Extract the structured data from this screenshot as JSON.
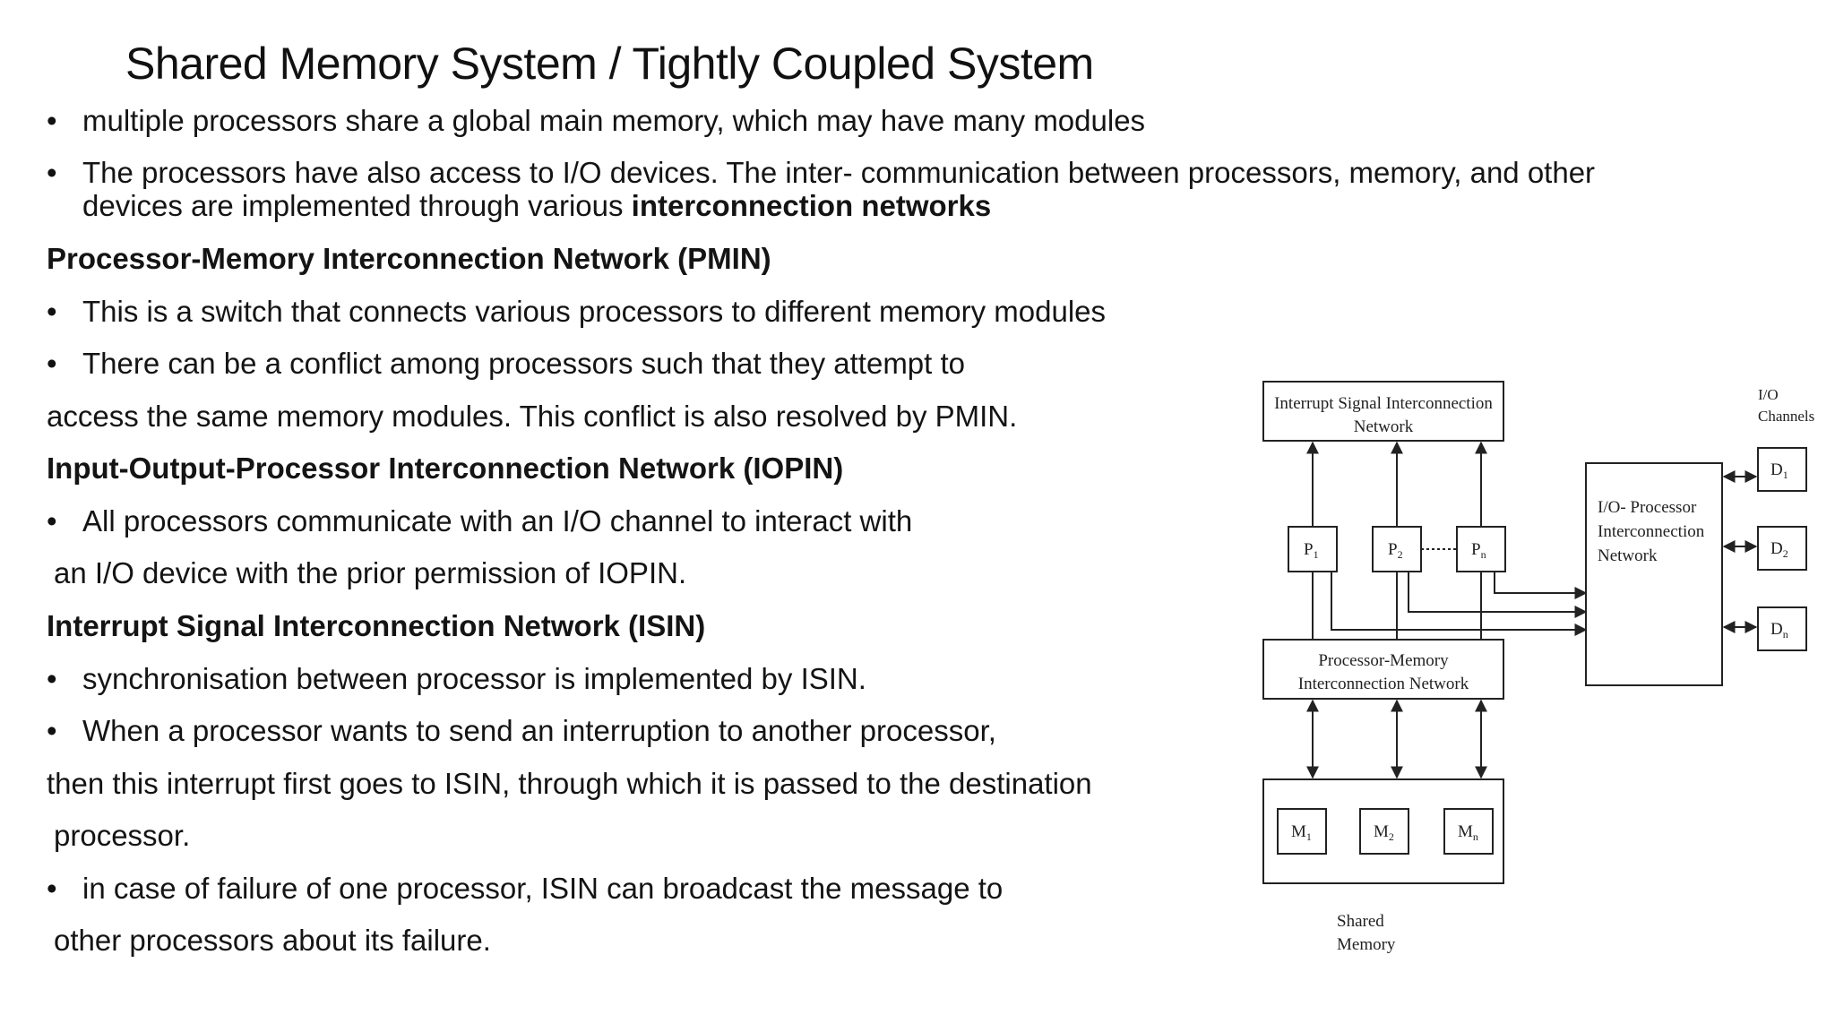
{
  "slide": {
    "title": "Shared Memory System / Tightly Coupled System",
    "bullet_glyph": "•",
    "lines": {
      "l1": "multiple processors share a global main memory, which may have many modules",
      "l2": "The processors have also access to I/O devices. The inter- communication between processors, memory, and other",
      "l3a": "devices are implemented through various",
      "l3b": "interconnection networks",
      "h1": "Processor-Memory Interconnection Network (PMIN)",
      "l4": "This is a switch that connects various processors to different memory modules",
      "l5": "There can be a conflict among processors such that they attempt to",
      "l6": "access the same memory modules. This conflict is also resolved by PMIN.",
      "h2": "Input-Output-Processor Interconnection Network (IOPIN)",
      "l7": "All processors communicate with an I/O channel to interact with",
      "l8": "an I/O device with the prior permission of IOPIN.",
      "h3": "Interrupt Signal Interconnection Network (ISIN)",
      "l9": "synchronisation between processor is implemented by ISIN.",
      "l10": "When a processor wants to send an interruption to another processor,",
      "l11": "then this interrupt first goes to ISIN, through which it is passed to the destination",
      "l12": "processor.",
      "l13": "in case of failure of one processor, ISIN can broadcast the message to",
      "l14": "other processors about its failure."
    }
  },
  "diagram": {
    "isin_line1": "Interrupt Signal Interconnection",
    "isin_line2": "Network",
    "io_channels_line1": "I/O",
    "io_channels_line2": "Channels",
    "p1": "P",
    "p1_sub": "1",
    "p2": "P",
    "p2_sub": "2",
    "pn": "P",
    "pn_sub": "n",
    "iopin_line1": "I/O- Processor",
    "iopin_line2": "Interconnection",
    "iopin_line3": "Network",
    "d1": "D",
    "d1_sub": "1",
    "d2": "D",
    "d2_sub": "2",
    "dn": "D",
    "dn_sub": "n",
    "pmin_line1": "Processor-Memory",
    "pmin_line2": "Interconnection Network",
    "m1": "M",
    "m1_sub": "1",
    "m2": "M",
    "m2_sub": "2",
    "mn": "M",
    "mn_sub": "n",
    "shared_memory_line1": "Shared",
    "shared_memory_line2": "Memory"
  }
}
